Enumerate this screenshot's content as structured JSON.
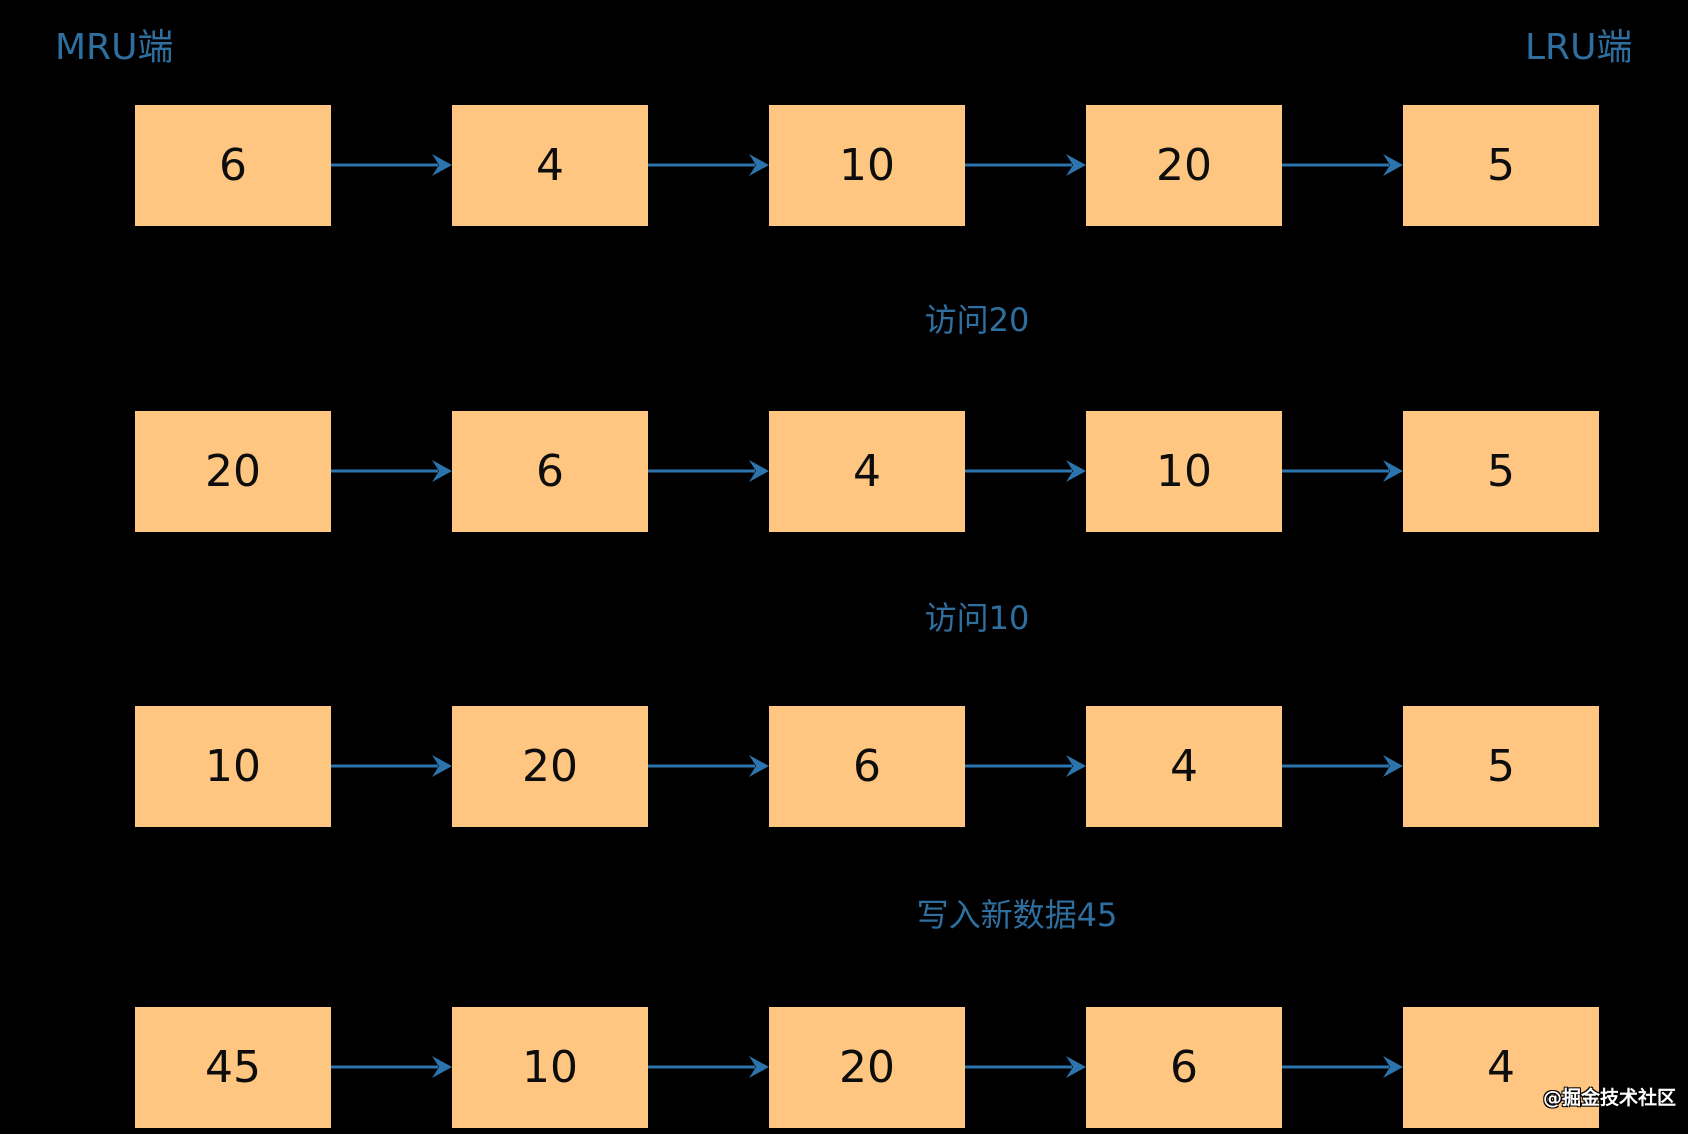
{
  "diagram": {
    "title_left": "MRU端",
    "title_right": "LRU端",
    "steps": [
      {
        "caption": "",
        "nodes": [
          "6",
          "4",
          "10",
          "20",
          "5"
        ]
      },
      {
        "caption": "访问20",
        "nodes": [
          "20",
          "6",
          "4",
          "10",
          "5"
        ]
      },
      {
        "caption": "访问10",
        "nodes": [
          "10",
          "20",
          "6",
          "4",
          "5"
        ]
      },
      {
        "caption": "写入新数据45",
        "nodes": [
          "45",
          "10",
          "20",
          "6",
          "4"
        ]
      }
    ],
    "watermark": "@掘金技术社区"
  },
  "colors": {
    "background": "#000000",
    "box_fill": "#FFC681",
    "box_text": "#0D0D0D",
    "arrow": "#2B74AD",
    "label_text": "#2E6F9F",
    "watermark_text": "#FFFFFF",
    "watermark_outline": "#000000"
  }
}
